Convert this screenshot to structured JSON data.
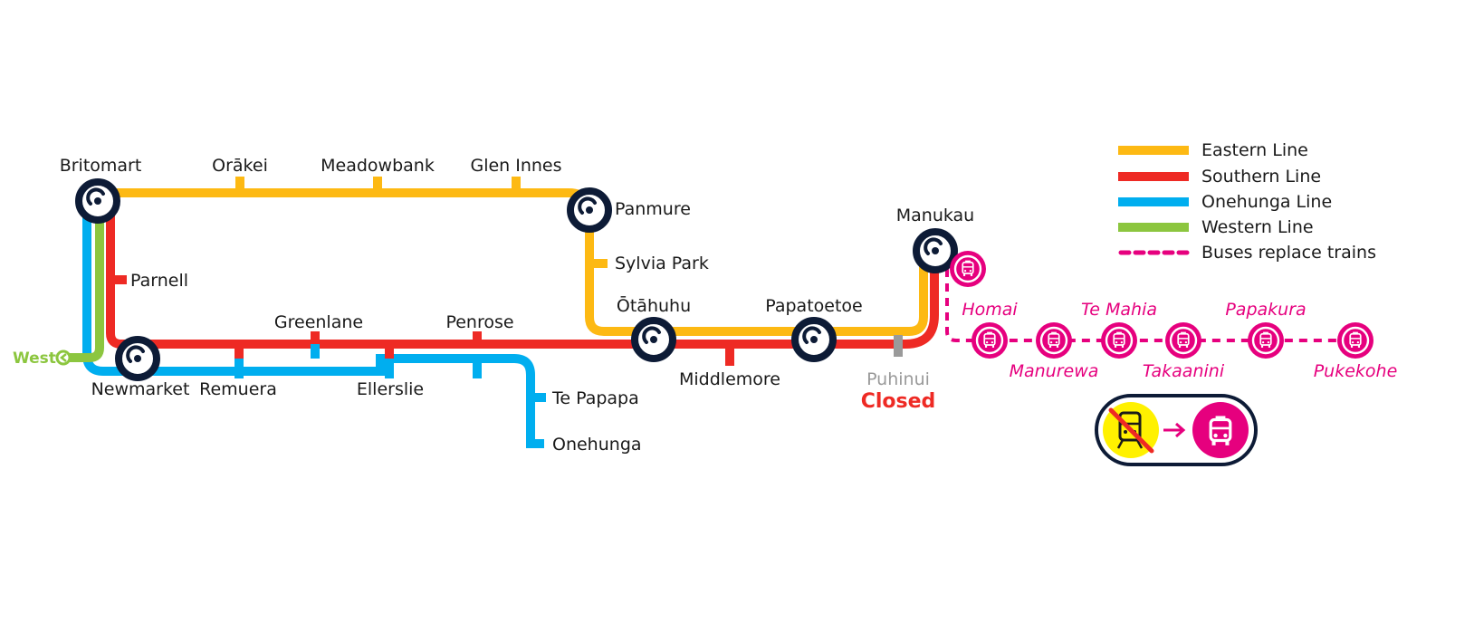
{
  "colors": {
    "eastern": "#fdb913",
    "southern": "#ee2a24",
    "onehunga": "#00aeef",
    "western": "#8cc63f",
    "bus": "#e6007e",
    "hub": "#0d1b36",
    "closed_text": "#ee2a24",
    "closed_station": "#9a9a9a"
  },
  "legend": [
    {
      "label": "Eastern Line",
      "color": "#fdb913",
      "style": "solid"
    },
    {
      "label": "Southern Line",
      "color": "#ee2a24",
      "style": "solid"
    },
    {
      "label": "Onehunga Line",
      "color": "#00aeef",
      "style": "solid"
    },
    {
      "label": "Western Line",
      "color": "#8cc63f",
      "style": "solid"
    },
    {
      "label": "Buses replace trains",
      "color": "#e6007e",
      "style": "dashed"
    }
  ],
  "stations": {
    "britomart": "Britomart",
    "orakei": "Orākei",
    "meadowbank": "Meadowbank",
    "glen_innes": "Glen Innes",
    "panmure": "Panmure",
    "sylvia_park": "Sylvia Park",
    "otahuhu": "Ōtāhuhu",
    "papatoetoe": "Papatoetoe",
    "manukau": "Manukau",
    "parnell": "Parnell",
    "newmarket": "Newmarket",
    "remuera": "Remuera",
    "greenlane": "Greenlane",
    "ellerslie": "Ellerslie",
    "penrose": "Penrose",
    "te_papapa": "Te Papapa",
    "onehunga": "Onehunga",
    "middlemore": "Middlemore",
    "puhinui": "Puhinui"
  },
  "puhinui_status": "Closed",
  "west_label": "West",
  "bus_stops": {
    "homai": "Homai",
    "manurewa": "Manurewa",
    "te_mahia": "Te Mahia",
    "takaanini": "Takaanini",
    "papakura": "Papakura",
    "pukekohe": "Pukekohe"
  },
  "icons": {
    "hub": "interchange-hub-icon",
    "bus": "bus-icon",
    "no_train": "no-train-icon",
    "arrow": "arrow-right-icon"
  }
}
